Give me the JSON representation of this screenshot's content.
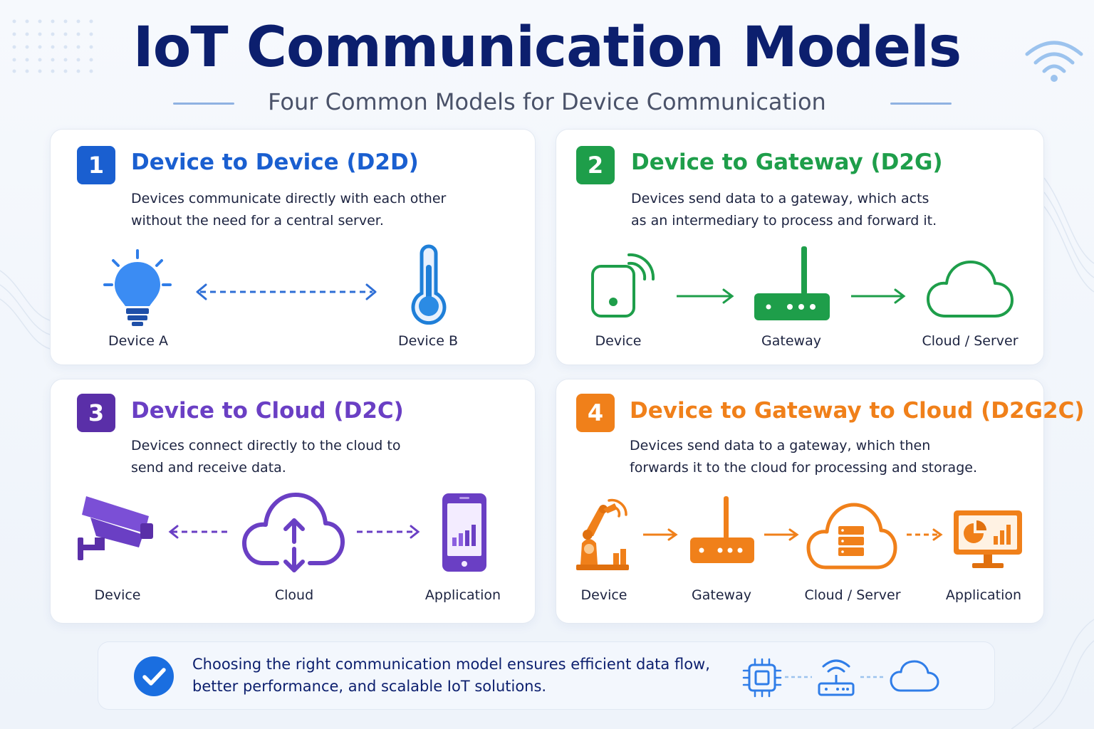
{
  "header": {
    "title": "IoT Communication Models",
    "subtitle": "Four Common Models for Device Communication"
  },
  "colors": {
    "blue": "#1a5fd0",
    "green": "#1e9e4a",
    "purple": "#6a3fc4",
    "orange": "#f0801a",
    "navy": "#0c1f6e"
  },
  "models": [
    {
      "number": "1",
      "title": "Device to Device (D2D)",
      "description": "Devices communicate directly with each other without the need for a central server.",
      "nodes": [
        "Device A",
        "Device B"
      ],
      "icons": [
        "lightbulb-icon",
        "thermometer-icon"
      ]
    },
    {
      "number": "2",
      "title": "Device to Gateway (D2G)",
      "description": "Devices send data to a gateway, which acts as an intermediary to process and forward it.",
      "nodes": [
        "Device",
        "Gateway",
        "Cloud / Server"
      ],
      "icons": [
        "sensor-icon",
        "router-icon",
        "cloud-icon"
      ]
    },
    {
      "number": "3",
      "title": "Device to Cloud (D2C)",
      "description": "Devices connect directly to the cloud to send and receive data.",
      "nodes": [
        "Device",
        "Cloud",
        "Application"
      ],
      "icons": [
        "security-camera-icon",
        "cloud-sync-icon",
        "smartphone-icon"
      ]
    },
    {
      "number": "4",
      "title": "Device to Gateway to Cloud (D2G2C)",
      "description": "Devices send data to a gateway, which then forwards it to the cloud for processing and storage.",
      "nodes": [
        "Device",
        "Gateway",
        "Cloud / Server",
        "Application"
      ],
      "icons": [
        "robot-arm-icon",
        "router-icon",
        "cloud-server-icon",
        "monitor-chart-icon"
      ]
    }
  ],
  "footer": {
    "text": "Choosing the right communication model ensures efficient data flow, better performance, and scalable IoT solutions.",
    "icons": [
      "check-circle-icon",
      "chip-icon",
      "router-wifi-icon",
      "cloud-icon"
    ]
  }
}
